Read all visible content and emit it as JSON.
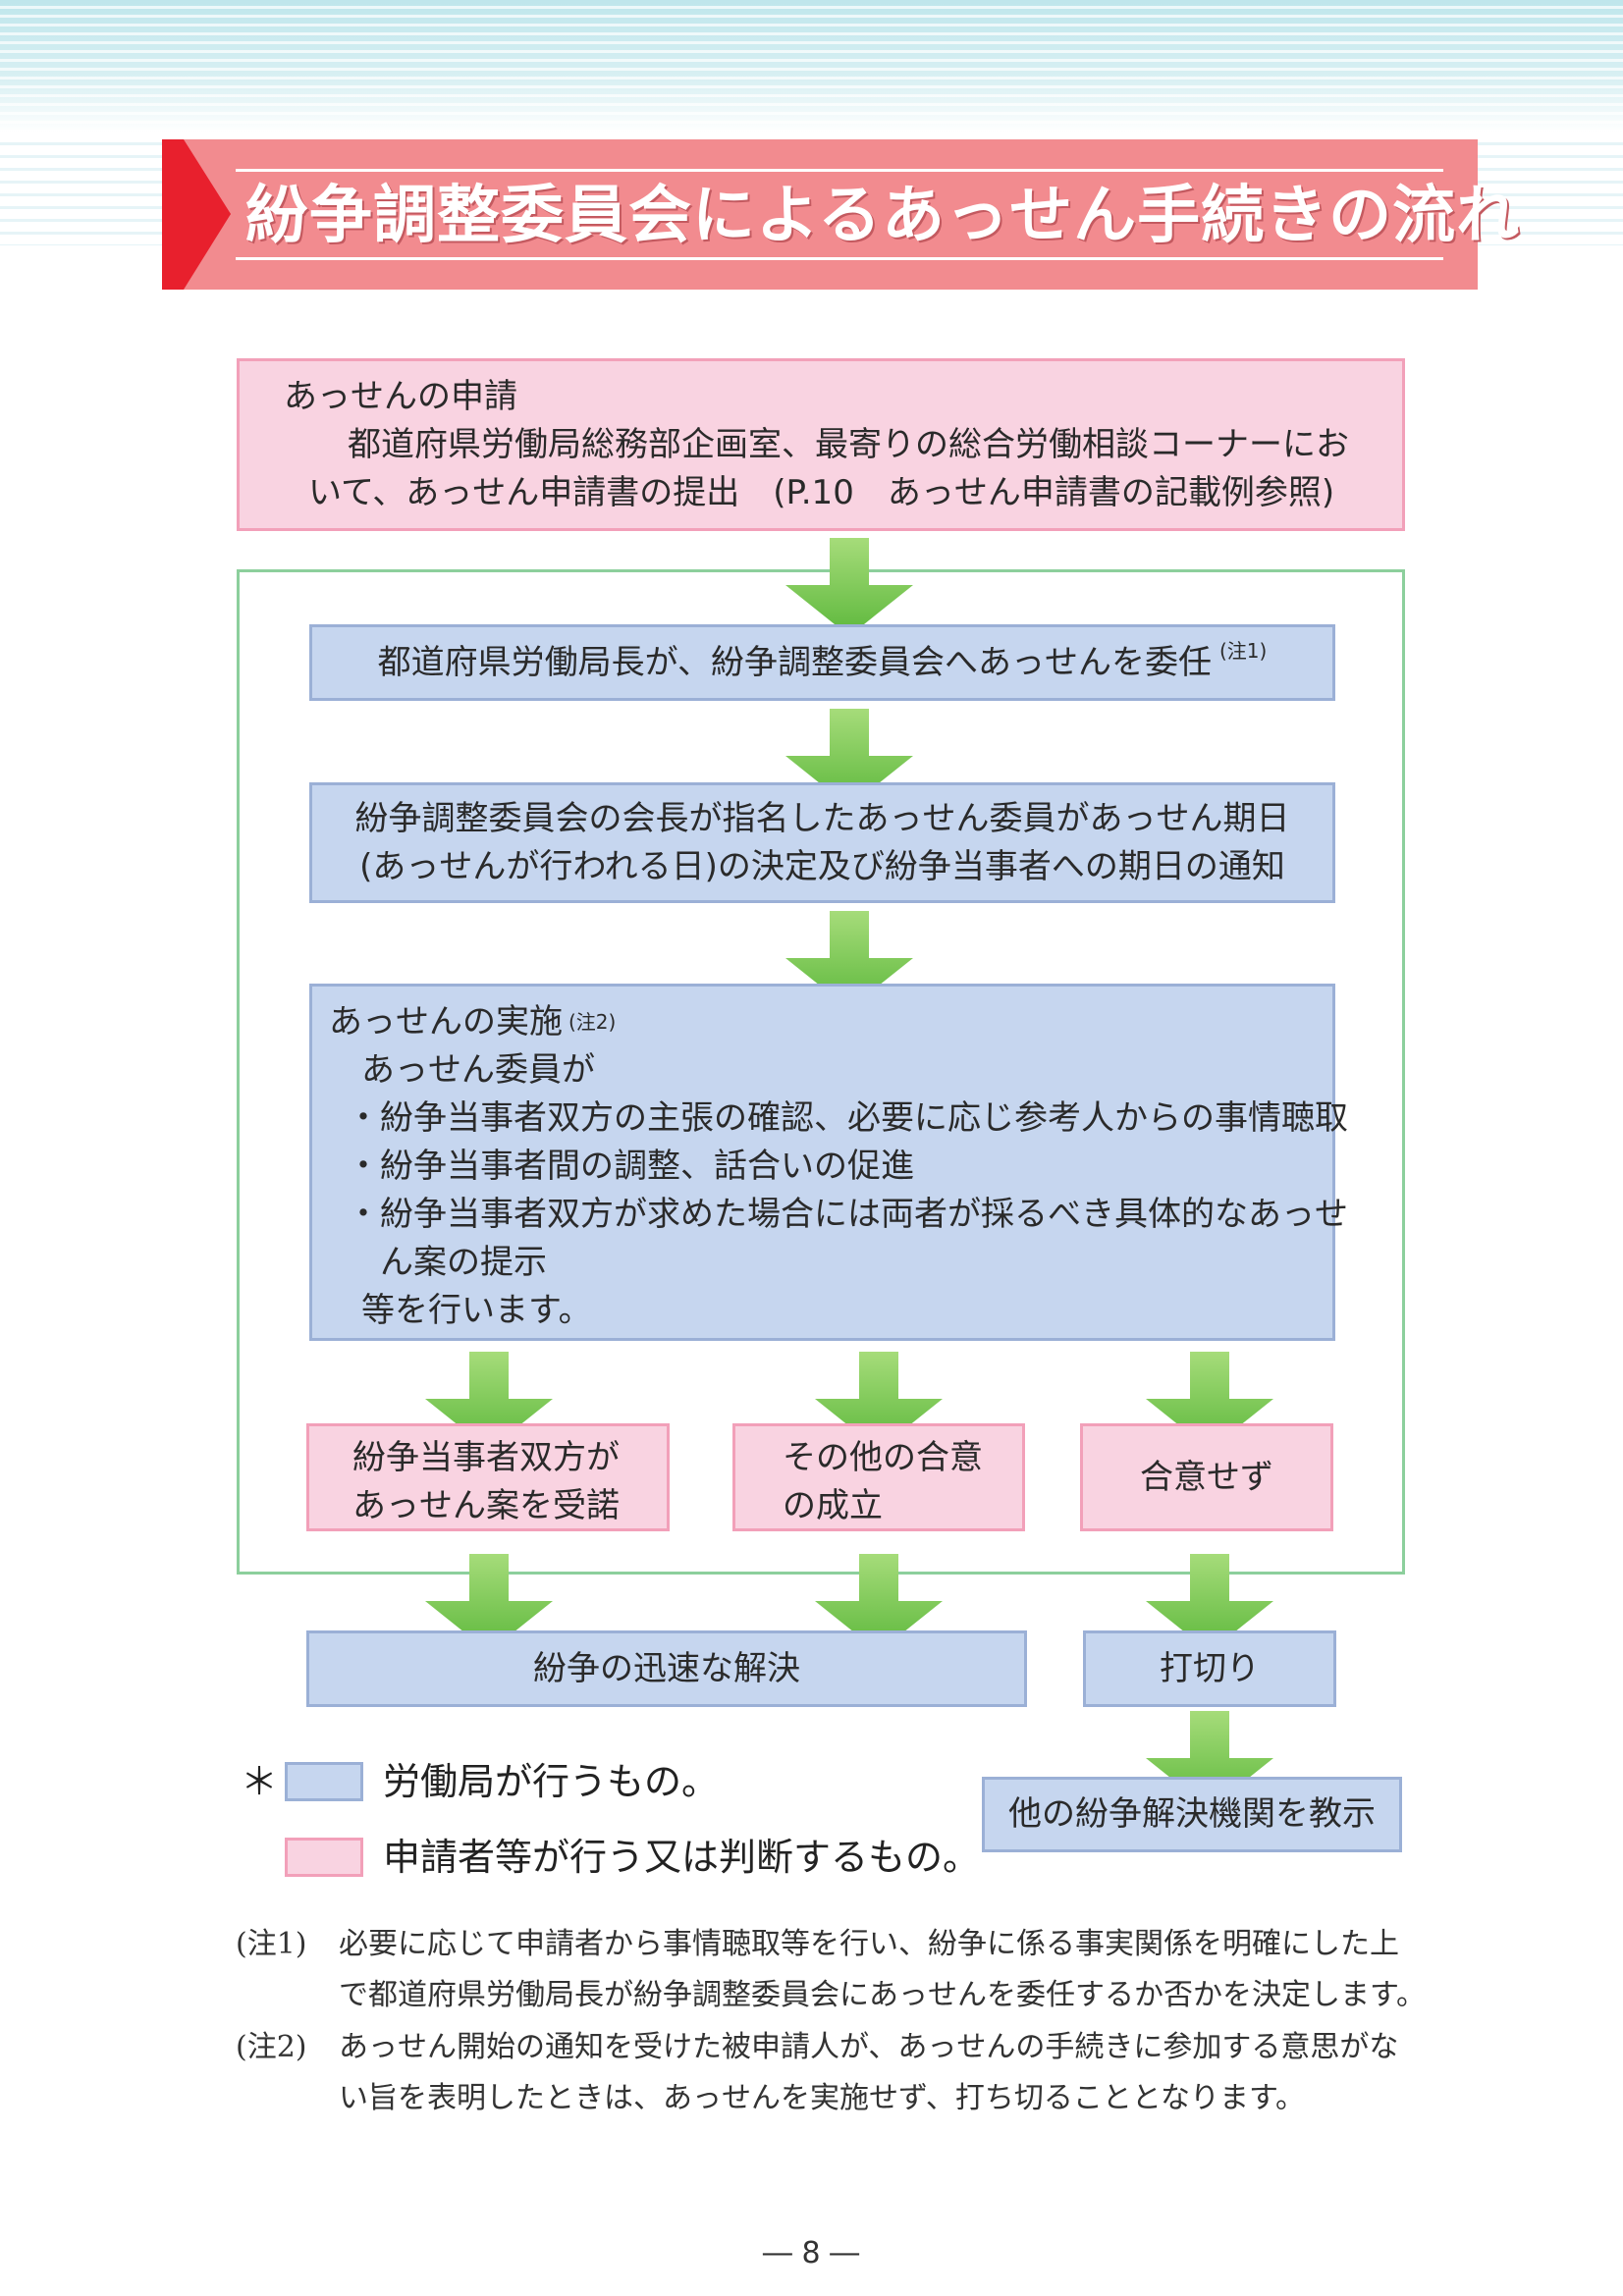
{
  "title": "紛争調整委員会によるあっせん手続きの流れ",
  "application": {
    "heading": "あっせんの申請",
    "line1": "都道府県労働局総務部企画室、最寄りの総合労働相談コーナーにお",
    "line2": "いて、あっせん申請書の提出　(P.10　あっせん申請書の記載例参照)"
  },
  "steps": {
    "delegation": "都道府県労働局長が、紛争調整委員会へあっせんを委任",
    "delegation_note": "(注1)",
    "schedule_line1": "紛争調整委員会の会長が指名したあっせん委員があっせん期日",
    "schedule_line2": "(あっせんが行われる日)の決定及び紛争当事者への期日の通知",
    "conduct_heading": "あっせんの実施",
    "conduct_note": "(注2)",
    "conduct_lines": [
      "あっせん委員が",
      "・紛争当事者双方の主張の確認、必要に応じ参考人からの事情聴取",
      "・紛争当事者間の調整、話合いの促進",
      "・紛争当事者双方が求めた場合には両者が採るべき具体的なあっせ",
      "　ん案の提示",
      "等を行います。"
    ]
  },
  "outcomes": {
    "accept_line1": "紛争当事者双方が",
    "accept_line2": "あっせん案を受諾",
    "other_line1": "その他の合意",
    "other_line2": "の成立",
    "no_agreement": "合意せず"
  },
  "results": {
    "resolution": "紛争の迅速な解決",
    "termination": "打切り",
    "referral": "他の紛争解決機関を教示"
  },
  "legend": {
    "marker": "＊",
    "blue_label": "労働局が行うもの。",
    "pink_label": "申請者等が行う又は判断するもの。"
  },
  "notes": [
    {
      "label": "(注1)",
      "line1": "必要に応じて申請者から事情聴取等を行い、紛争に係る事実関係を明確にした上",
      "line2": "で都道府県労働局長が紛争調整委員会にあっせんを委任するか否かを決定します。"
    },
    {
      "label": "(注2)",
      "line1": "あっせん開始の通知を受けた被申請人が、あっせんの手続きに参加する意思がな",
      "line2": "い旨を表明したときは、あっせんを実施せず、打ち切ることとなります。"
    }
  ],
  "page_number": "― 8 ―",
  "colors": {
    "pink_box": "#f9d3e1",
    "blue_box": "#c6d6ef",
    "arrow_green": "#6cc24a",
    "title_banner": "#f28b8f",
    "frame_green": "#8ccf9c"
  }
}
